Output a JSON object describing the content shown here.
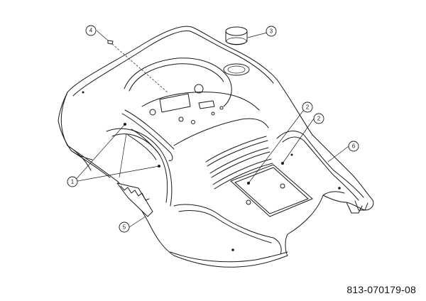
{
  "callouts": [
    {
      "id": "c1",
      "label": "1"
    },
    {
      "id": "c2a",
      "label": "2"
    },
    {
      "id": "c2b",
      "label": "2"
    },
    {
      "id": "c3",
      "label": "3"
    },
    {
      "id": "c4",
      "label": "4"
    },
    {
      "id": "c5",
      "label": "5"
    },
    {
      "id": "c6",
      "label": "6"
    }
  ],
  "part_number": "813-070179-08",
  "colors": {
    "line": "#1a1a1a",
    "background": "#ffffff"
  }
}
